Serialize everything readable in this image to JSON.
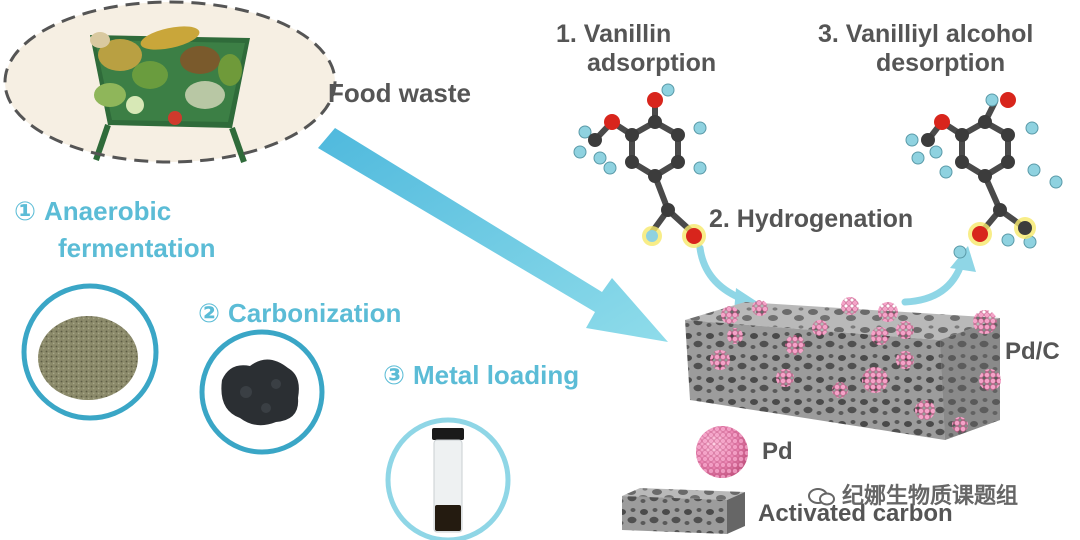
{
  "labels": {
    "food_waste": "Food waste",
    "step1_line1": "1. Vanillin",
    "step1_line2": "adsorption",
    "step2": "2. Hydrogenation",
    "step3_line1": "3. Vanilliyl alcohol",
    "step3_line2": "desorption",
    "catalyst": "Pd/C",
    "legend_pd": "Pd",
    "legend_carbon": "Activated carbon"
  },
  "stages": [
    {
      "num": "①",
      "line1": "Anaerobic",
      "line2": "fermentation"
    },
    {
      "num": "②",
      "line1": "Carbonization"
    },
    {
      "num": "③",
      "line1": "Metal loading"
    }
  ],
  "watermark": "纪娜生物质课题组",
  "colors": {
    "arrow": "#62c6e0",
    "stage_text": "#5bbcd6",
    "ring_1": "#3aa6c6",
    "ring_2": "#3aa6c6",
    "ring_3": "#8fd6e6",
    "pd_pink": "#e879a8",
    "carbon_gray": "#8a8a8a",
    "oxygen": "#d8251c",
    "carbon_atom": "#3c3c3c",
    "hydrogen": "#8fd2e0"
  }
}
